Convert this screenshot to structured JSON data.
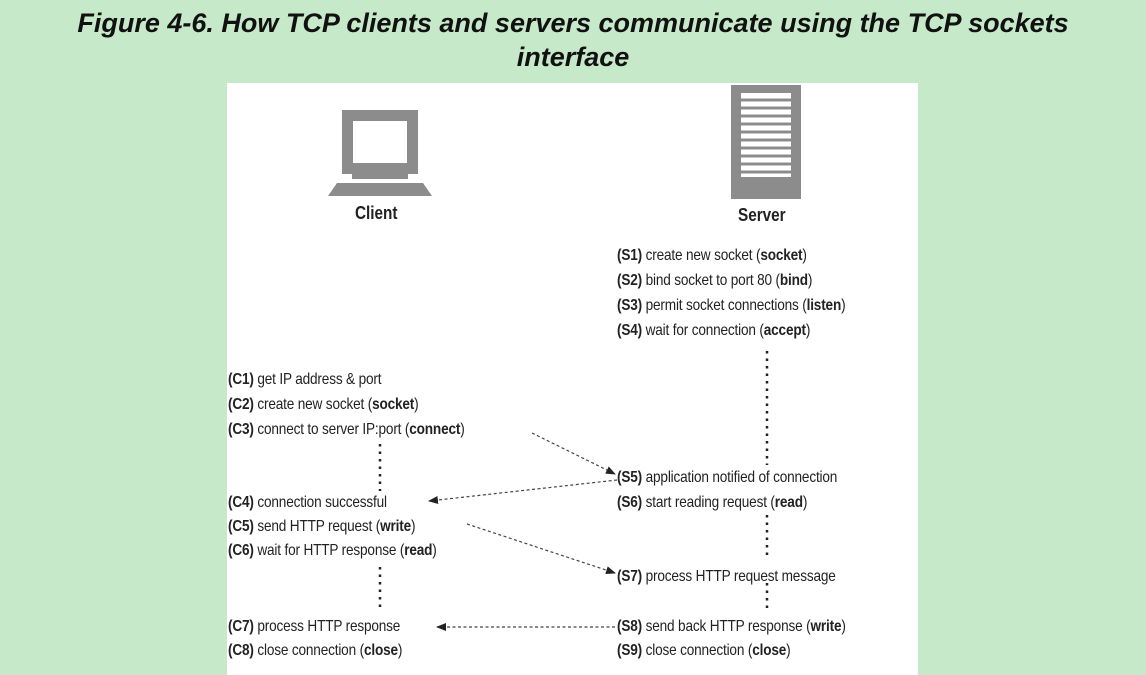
{
  "title": "Figure 4-6. How TCP clients and servers communicate using the TCP sockets interface",
  "title_line1": "Figure 4-6. How TCP clients and servers communicate using the TCP sockets",
  "title_line2": "interface",
  "client": {
    "label": "Client",
    "icon": "desktop-monitor-icon"
  },
  "server": {
    "label": "Server",
    "icon": "server-tower-icon"
  },
  "server_steps": [
    {
      "code": "(S1)",
      "text": "create new socket (",
      "fn": "socket",
      "tail": ")"
    },
    {
      "code": "(S2)",
      "text": "bind socket to port 80 (",
      "fn": "bind",
      "tail": ")"
    },
    {
      "code": "(S3)",
      "text": "permit socket connections (",
      "fn": "listen",
      "tail": ")"
    },
    {
      "code": "(S4)",
      "text": "wait for connection (",
      "fn": "accept",
      "tail": ")"
    },
    {
      "code": "(S5)",
      "text": "application notified of connection",
      "fn": "",
      "tail": ""
    },
    {
      "code": "(S6)",
      "text": "start reading request (",
      "fn": "read",
      "tail": ")"
    },
    {
      "code": "(S7)",
      "text": "process HTTP request message",
      "fn": "",
      "tail": ""
    },
    {
      "code": "(S8)",
      "text": "send back HTTP response (",
      "fn": "write",
      "tail": ")"
    },
    {
      "code": "(S9)",
      "text": "close connection (",
      "fn": "close",
      "tail": ")"
    }
  ],
  "client_steps": [
    {
      "code": "(C1)",
      "text": "get IP address & port",
      "fn": "",
      "tail": ""
    },
    {
      "code": "(C2)",
      "text": "create new socket (",
      "fn": "socket",
      "tail": ")"
    },
    {
      "code": "(C3)",
      "text": "connect to server IP:port (",
      "fn": "connect",
      "tail": ")"
    },
    {
      "code": "(C4)",
      "text": "connection successful",
      "fn": "",
      "tail": ""
    },
    {
      "code": "(C5)",
      "text": "send HTTP request (",
      "fn": "write",
      "tail": ")"
    },
    {
      "code": "(C6)",
      "text": "wait for HTTP response (",
      "fn": "read",
      "tail": ")"
    },
    {
      "code": "(C7)",
      "text": "process HTTP response",
      "fn": "",
      "tail": ""
    },
    {
      "code": "(C8)",
      "text": "close connection (",
      "fn": "close",
      "tail": ")"
    }
  ],
  "colors": {
    "background": "#c6eac9",
    "panel": "#ffffff",
    "icon": "#8c8c8c",
    "text": "#222222"
  }
}
